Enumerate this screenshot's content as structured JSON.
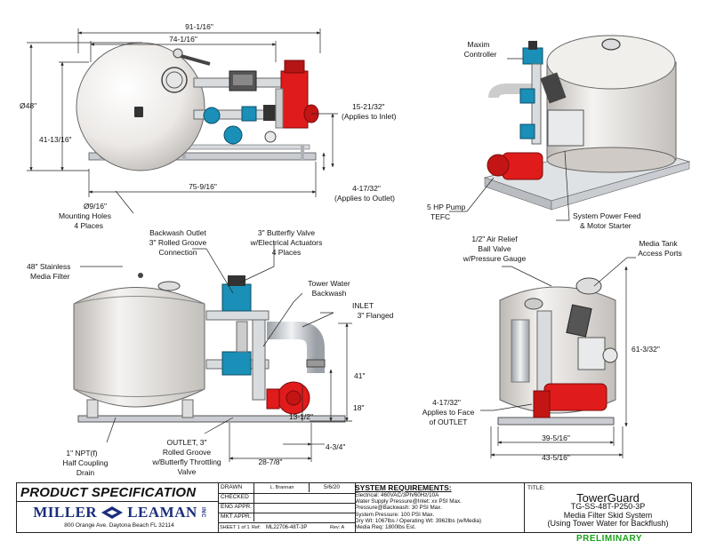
{
  "dimensions": {
    "overall_width": "91-1/16\"",
    "inner_width": "74-1/16\"",
    "tank_diameter": "Ø48\"",
    "height_side": "41-13/16\"",
    "inlet_height": "15-21/32\"",
    "inlet_note": "(Applies to Inlet)",
    "base_width": "75-9/16\"",
    "outlet_height": "4-17/32\"",
    "outlet_note": "(Applies to Outlet)",
    "mount_holes": [
      "Ø9/16\"",
      "Mounting Holes",
      "4 Places"
    ],
    "front_41": "41\"",
    "front_18": "18\"",
    "front_13": "13-1/2\"",
    "front_4_3_4": "4-3/4\"",
    "front_28": "28-7/8\"",
    "right_61": "61-3/32\"",
    "right_39": "39-5/16\"",
    "right_43": "43-5/16\"",
    "right_4_17": [
      "4-17/32\"",
      "Applies to Face",
      "of OUTLET"
    ]
  },
  "callouts": {
    "maxim": [
      "Maxim",
      "Controller"
    ],
    "pump": [
      "5 HP Pump",
      "TEFC"
    ],
    "power": [
      "System Power Feed",
      "& Motor Starter"
    ],
    "backwash_outlet": [
      "Backwash Outlet",
      "3\" Rolled Groove",
      "Connection"
    ],
    "butterfly": [
      "3\" Butterfly Valve",
      "w/Electrical Actuators",
      "4 Places"
    ],
    "media_filter": [
      "48\" Stainless",
      "Media Filter"
    ],
    "tower_water": [
      "Tower Water",
      "Backwash"
    ],
    "inlet": [
      "INLET",
      "3\" Flanged"
    ],
    "npt": [
      "1\" NPT(f)",
      "Half Coupling",
      "Drain"
    ],
    "outlet": [
      "OUTLET, 3\"",
      "Rolled Groove",
      "w/Butterfly Throttling",
      "Valve"
    ],
    "air_relief": [
      "1/2\" Air Relief",
      "Ball Valve",
      "w/Pressure Gauge"
    ],
    "access_ports": [
      "Media Tank",
      "Access Ports"
    ]
  },
  "title_block": {
    "spec_title": "PRODUCT SPECIFICATION",
    "brand_left": "MILLER",
    "brand_right": "LEAMAN",
    "brand_inc": "INC",
    "address": "800 Orange Ave. Daytona Beach FL 32114",
    "drawn_label": "DRAWN",
    "drawn_by": "L. Brannan",
    "drawn_date": "5/6/20",
    "checked_label": "CHECKED",
    "eng_label": "ENG APPR.",
    "mkt_label": "MKT APPR.",
    "sheet_label": "SHEET 1 of 1",
    "ref_label": "Ref:",
    "ref_value": "ML22706-48T-3P",
    "rev_label": "Rev: A",
    "sysreq_head": "SYSTEM REQUIREMENTS:",
    "sysreq_lines": [
      "Electrical: 460VAC/3Ph/60Hz/10A",
      "Water Supply Pressure@Inlet: xx PSI Max.",
      "Pressure@Backwash: 30 PSI Max.",
      "System Pressure: 100 PSI Max.",
      "Dry Wt: 1067lbs / Operating Wt: 3962lbs (w/Media)",
      "Media Req: 1800lbs Est."
    ],
    "title_label": "TITLE:",
    "product_name": "TowerGuard",
    "model": "TG-SS-48T-P250-3P",
    "desc1": "Media Filter Skid System",
    "desc2": "(Using Tower Water for Backflush)",
    "status": "PRELIMINARY"
  },
  "colors": {
    "tank": "#ece9e6",
    "pump_red": "#e01b1b",
    "valve_blue": "#1a8fb8",
    "frame": "#c9ccd1",
    "brand_blue": "#1b2e7a",
    "prelim_green": "#1aa21a"
  }
}
